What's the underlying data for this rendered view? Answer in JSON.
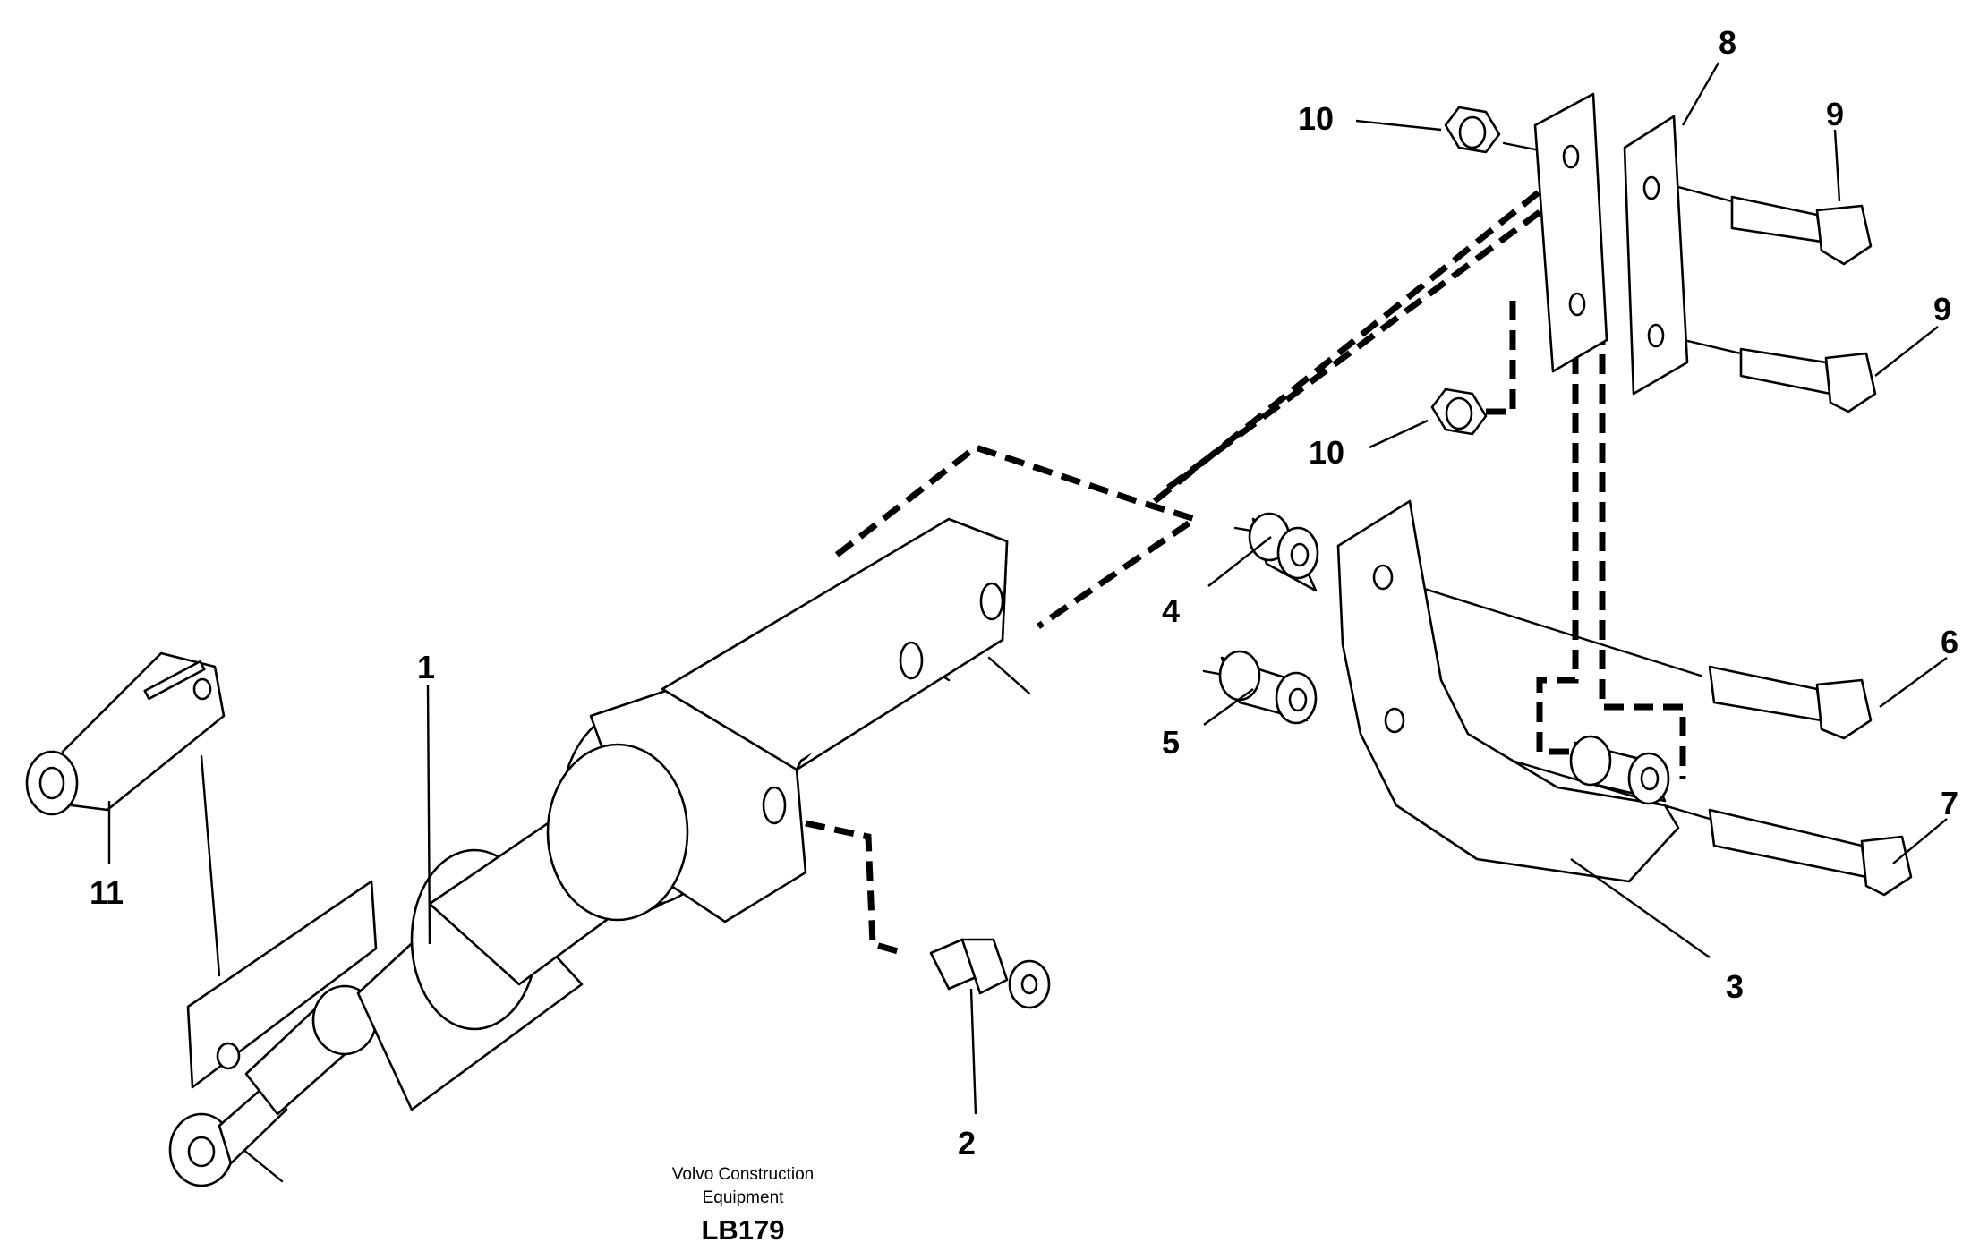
{
  "callouts": {
    "c1": "1",
    "c2": "2",
    "c3": "3",
    "c4": "4",
    "c5": "5",
    "c6": "6",
    "c7": "7",
    "c8": "8",
    "c9a": "9",
    "c9b": "9",
    "c10a": "10",
    "c10b": "10",
    "c11": "11"
  },
  "footer": {
    "line1": "Volvo Construction",
    "line2": "Equipment",
    "code": "LB179"
  }
}
